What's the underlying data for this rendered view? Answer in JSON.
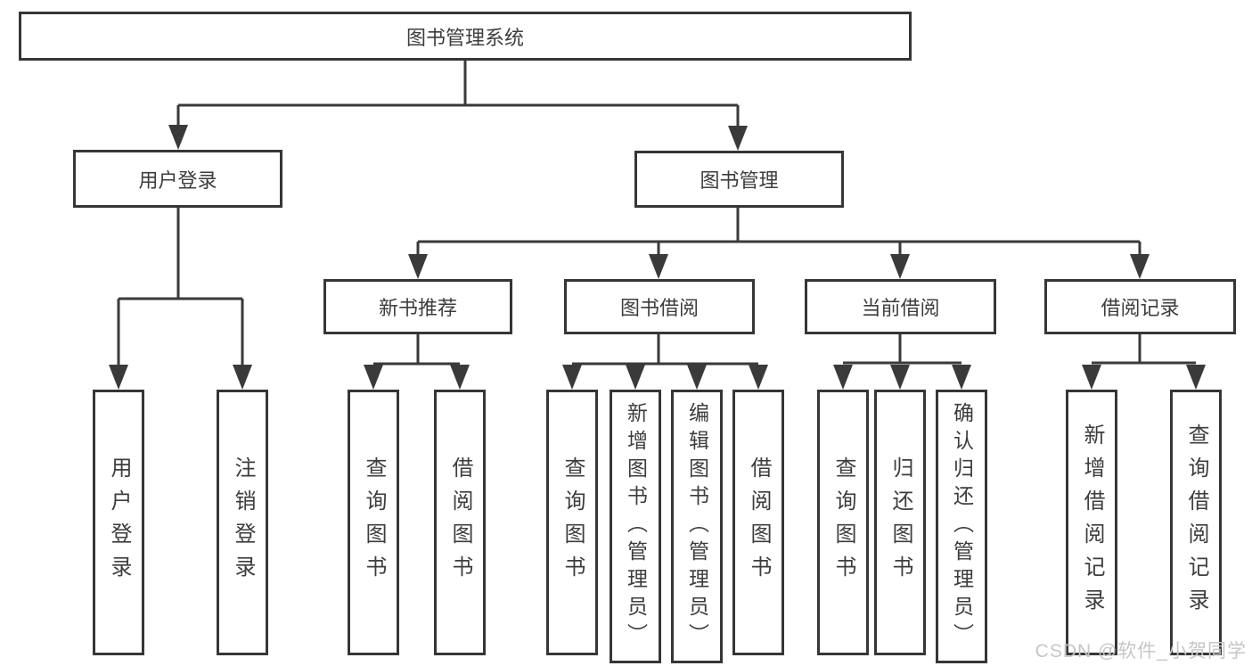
{
  "diagram": {
    "title": "图书管理系统",
    "tree": {
      "label": "图书管理系统",
      "children": [
        {
          "label": "用户登录",
          "children": [
            {
              "label": "用户登录"
            },
            {
              "label": "注销登录"
            }
          ]
        },
        {
          "label": "图书管理",
          "children": [
            {
              "label": "新书推荐",
              "children": [
                {
                  "label": "查询图书"
                },
                {
                  "label": "借阅图书"
                }
              ]
            },
            {
              "label": "图书借阅",
              "children": [
                {
                  "label": "查询图书"
                },
                {
                  "label": "新增图书（管理员）"
                },
                {
                  "label": "编辑图书（管理员）"
                },
                {
                  "label": "借阅图书"
                }
              ]
            },
            {
              "label": "当前借阅",
              "children": [
                {
                  "label": "查询图书"
                },
                {
                  "label": "归还图书"
                },
                {
                  "label": "确认归还（管理员）"
                }
              ]
            },
            {
              "label": "借阅记录",
              "children": [
                {
                  "label": "新增借阅记录"
                },
                {
                  "label": "查询借阅记录"
                }
              ]
            }
          ]
        }
      ]
    },
    "colors": {
      "line": "#3a3a3a",
      "box_border": "#363636",
      "text": "#3d3d3d",
      "background": "#ffffff",
      "watermark": "#c6c6c6"
    }
  },
  "watermark": {
    "text": "CSDN @软件_小贺同学"
  }
}
